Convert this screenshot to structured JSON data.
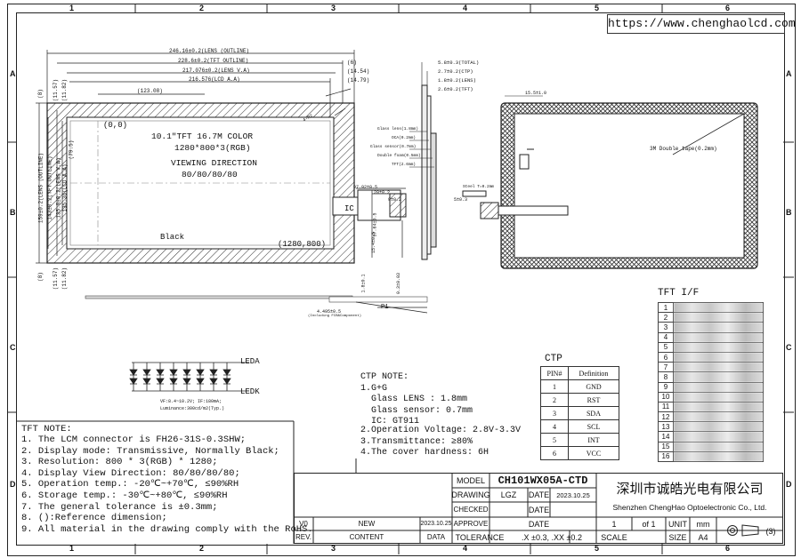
{
  "url": "https://www.chenghaolcd.com",
  "zones": {
    "columns": [
      "1",
      "2",
      "3",
      "4",
      "5",
      "6"
    ],
    "rows": [
      "A",
      "B",
      "C",
      "D"
    ]
  },
  "front": {
    "dims_top": [
      "246.16±0.2(LENS (OUTLINE)",
      "228.6±0.2(TFT OUTLINE)",
      "217.076±0.2(LENS V.A)",
      "216.576(LCD A.A)",
      "(123.08)"
    ],
    "dims_top_right": [
      "(6)",
      "(14.54)",
      "(14.79)"
    ],
    "dims_left": [
      "159±0.2(LENS (OUTLINE)",
      "143±0.2(TFT OUTLINE)",
      "135.8±0.2(LENS V.A)",
      "135.36(LCD A.A)",
      "(79.5)"
    ],
    "dims_side_small": [
      "(8)",
      "(11.57)",
      "(11.82)",
      "(8)",
      "(11.57)",
      "(11.82)"
    ],
    "origin": "(0,0)",
    "end_coord": "(1280,800)",
    "center_line1": "10.1\"TFT 16.7M COLOR",
    "center_line2": "1280*800*3(RGB)",
    "center_line3": "VIEWING DIRECTION",
    "center_line4": "80/80/80/80",
    "border_label": "Black",
    "ic_label": "IC",
    "corner_r": "4-R2",
    "flex_dims": [
      "97.92±0.5",
      "20±0.2",
      "9±0.2",
      "57.64±0.5",
      "15.4±0.5",
      "1.8±0.1",
      "0.3±0.03"
    ],
    "flex_note": "4.495±0.5",
    "flex_note2": "(Including FCB&Component)",
    "p1_label": "P1"
  },
  "side": {
    "stack_top": [
      "5.8±0.3(TOTAL)",
      "2.7±0.2(CTP)",
      "1.8±0.2(LENS)",
      "2.6±0.2(TFT)"
    ],
    "layers": [
      "Glass lens(1.8mm)",
      "OCA(0.2mm)",
      "Glass sensor(0.7mm)",
      "Double foam(0.5mm)",
      "TFT(2.6mm)"
    ],
    "steel_note": "Steel T=0.2mm",
    "stiff": "5±0.3"
  },
  "back": {
    "top_dim": "15.5±1.0",
    "tape_note": "3M Double tape(0.2mm)",
    "tft_if_title": "TFT I/F"
  },
  "led": {
    "leda": "LEDA",
    "ledk": "LEDK",
    "note1": "VF:8.4~10.2V; IF:180mA;",
    "note2": "Luminance:300cd/m2(Typ.)"
  },
  "tft_note": {
    "title": "TFT NOTE:",
    "lines": [
      "1. The LCM connector is FH26-31S-0.3SHW;",
      "2. Display mode: Transmissive, Normally Black;",
      "3. Resolution: 800 * 3(RGB) * 1280;",
      "4. Display View Direction: 80/80/80/80;",
      "5. Operation temp.: -20℃~+70℃, ≤90%RH",
      "6. Storage temp.: -30℃~+80℃, ≤90%RH",
      "7. The general tolerance is ±0.3mm;",
      "8. ():Reference dimension;",
      "9. All material in the drawing comply with the RoHS."
    ]
  },
  "ctp_note": {
    "title": "CTP NOTE:",
    "lines": [
      "1.G+G",
      "  Glass LENS : 1.8mm",
      "  Glass sensor: 0.7mm",
      "  IC: GT911",
      "2.Operation Voltage: 2.8V-3.3V",
      "3.Transmittance: ≥80%",
      "4.The cover hardness: 6H"
    ]
  },
  "ctp_table": {
    "title": "CTP",
    "headers": [
      "PIN#",
      "Definition"
    ],
    "rows": [
      [
        "1",
        "GND"
      ],
      [
        "2",
        "RST"
      ],
      [
        "3",
        "SDA"
      ],
      [
        "4",
        "SCL"
      ],
      [
        "5",
        "INT"
      ],
      [
        "6",
        "VCC"
      ]
    ]
  },
  "tft_pins": [
    "1",
    "2",
    "3",
    "4",
    "5",
    "6",
    "7",
    "8",
    "9",
    "10",
    "11",
    "12",
    "13",
    "14",
    "15",
    "16"
  ],
  "title_block": {
    "model_label": "MODEL",
    "model": "CH101WX05A-CTD",
    "drawing_label": "DRAWING",
    "drawing": "LGZ",
    "date_label": "DATE",
    "date": "2023.10.25",
    "checked_label": "CHECKED",
    "approve_label": "APPROVE",
    "rev_label": "REV.",
    "content_label": "CONTENT",
    "data_label": "DATA",
    "v0": "V0",
    "new": "NEW",
    "new_date": "2023.10.25",
    "tolerance_label": "TOLERANCE",
    "tolerance": ".X ±0.3, .XX ±0.2",
    "scale_label": "SCALE",
    "size_label": "SIZE",
    "size": "A4",
    "page": "1",
    "of": "of",
    "pages": "1",
    "unit_label": "UNIT",
    "unit": "mm",
    "proj": "(3)",
    "company_cn": "深圳市诚皓光电有限公司",
    "company_en": "Shenzhen ChengHao Optoelectronic Co., Ltd."
  }
}
